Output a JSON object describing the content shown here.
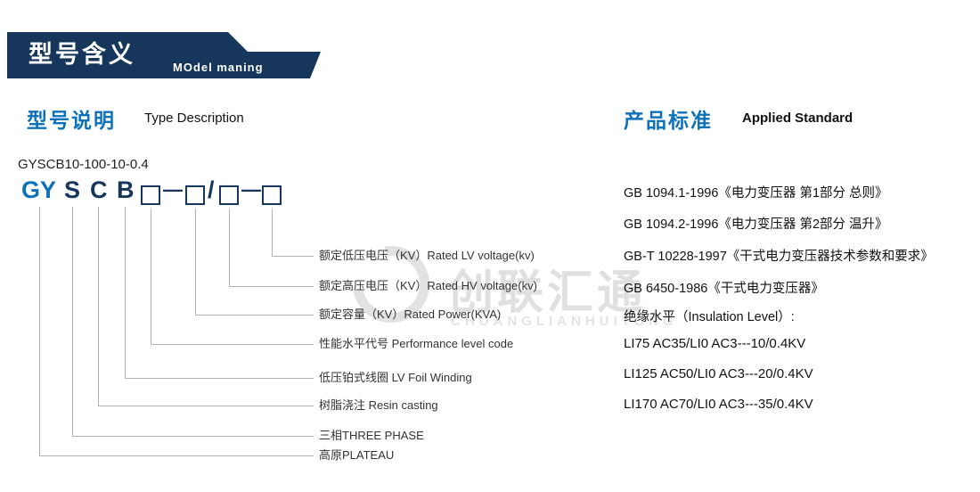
{
  "banner": {
    "title": "型号含义",
    "subtitle": "MOdel maning"
  },
  "type_section": {
    "heading_cn": "型号说明",
    "heading_en": "Type Description",
    "example_model": "GYSCB10-100-10-0.4",
    "code": {
      "prefix": "GY",
      "letter_s": "S",
      "letter_c": "C",
      "letter_b": "B",
      "dash1": "—",
      "slash": "/",
      "dash2": "—"
    },
    "labels": [
      "额定低压电压（KV）Rated LV voltage(kv)",
      "额定高压电压（KV）Rated HV voltage(kv)",
      "额定容量（KV）Rated Power(KVA)",
      "性能水平代号 Performance level code",
      "低压铂式线圈 LV Foil Winding",
      "树脂浇注 Resin casting",
      "三相THREE PHASE",
      "高原PLATEAU"
    ]
  },
  "standard_section": {
    "heading_cn": "产品标准",
    "heading_en": "Applied Standard",
    "standards": [
      "GB 1094.1-1996《电力变压器 第1部分 总则》",
      "GB 1094.2-1996《电力变压器 第2部分 温升》",
      "GB-T 10228-1997《干式电力变压器技术参数和要求》",
      "GB 6450-1986《干式电力变压器》"
    ],
    "insulation_heading": "绝缘水平（Insulation Level）:",
    "insulation_levels": [
      "LI75 AC35/LI0 AC3---10/0.4KV",
      "LI125 AC50/LI0 AC3---20/0.4KV",
      "LI170 AC70/LI0 AC3---35/0.4KV"
    ]
  },
  "watermark": {
    "text_cn": "创联汇通",
    "text_en": "CHUANGLIANHUITONG"
  },
  "colors": {
    "banner_bg": "#16365c",
    "accent_blue": "#0d72b9",
    "line_gray": "#b3b3b3"
  }
}
